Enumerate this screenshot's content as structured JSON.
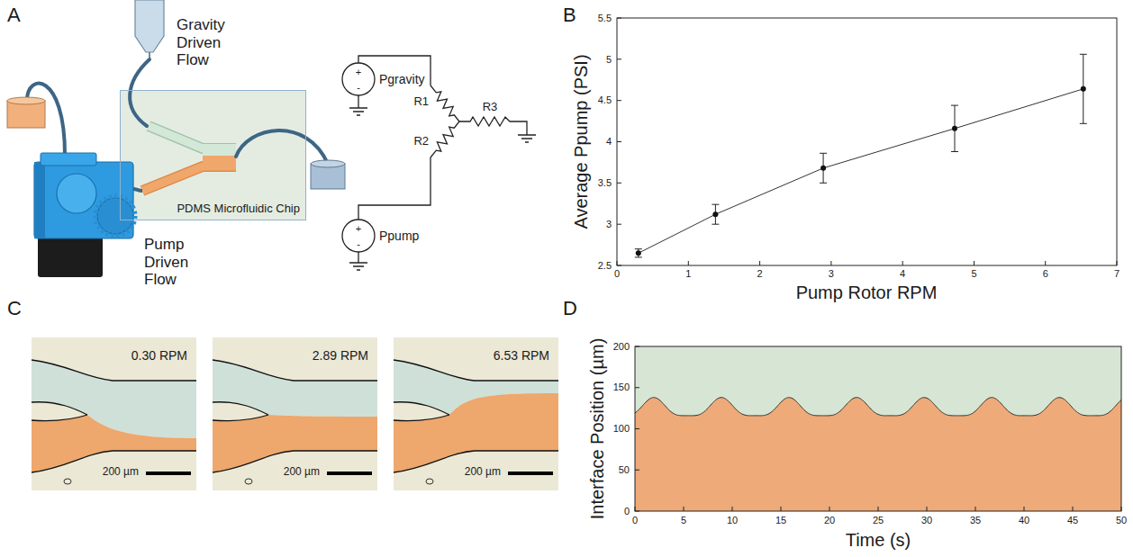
{
  "diagram": {
    "nodes": [
      {
        "text": [
          "PDMS Microfluidic Chip"
        ]
      },
      {
        "text": [
          "0.30 RPM",
          "200 µm"
        ]
      },
      {
        "text": [
          "2.89 RPM",
          "200 µm"
        ]
      },
      {
        "text": [
          "6.53 RPM",
          "200 µm"
        ]
      }
    ],
    "labels": [
      "A",
      "Gravity Driven Flow",
      "Pump Driven Flow",
      "Pgravity",
      "+",
      "-",
      "R1",
      "R2",
      "R3",
      "Ppump",
      "+",
      "-",
      "B",
      "2.5",
      "3",
      "3.5",
      "4",
      "4.5",
      "5",
      "5.5",
      "0",
      "1",
      "2",
      "3",
      "4",
      "5",
      "6",
      "7",
      "Average Ppump (PSI)",
      "Pump Rotor RPM",
      "C",
      "D",
      "0",
      "50",
      "100",
      "150",
      "200",
      "0",
      "5",
      "10",
      "15",
      "20",
      "25",
      "30",
      "35",
      "40",
      "45",
      "50",
      "Interface Position (µm)",
      "Time (s)"
    ]
  }
}
